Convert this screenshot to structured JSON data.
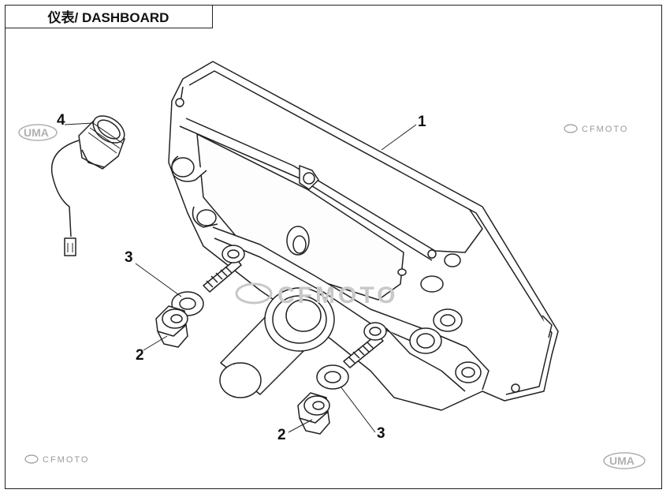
{
  "title": "仪表/ DASHBOARD",
  "callouts": {
    "c1": "1",
    "c2a": "2",
    "c2b": "2",
    "c3a": "3",
    "c3b": "3",
    "c4": "4"
  },
  "watermarks": {
    "brand": "CFMOTO",
    "uma": "UMA"
  },
  "colors": {
    "line": "#222222",
    "watermark": "#b0b0b0"
  }
}
